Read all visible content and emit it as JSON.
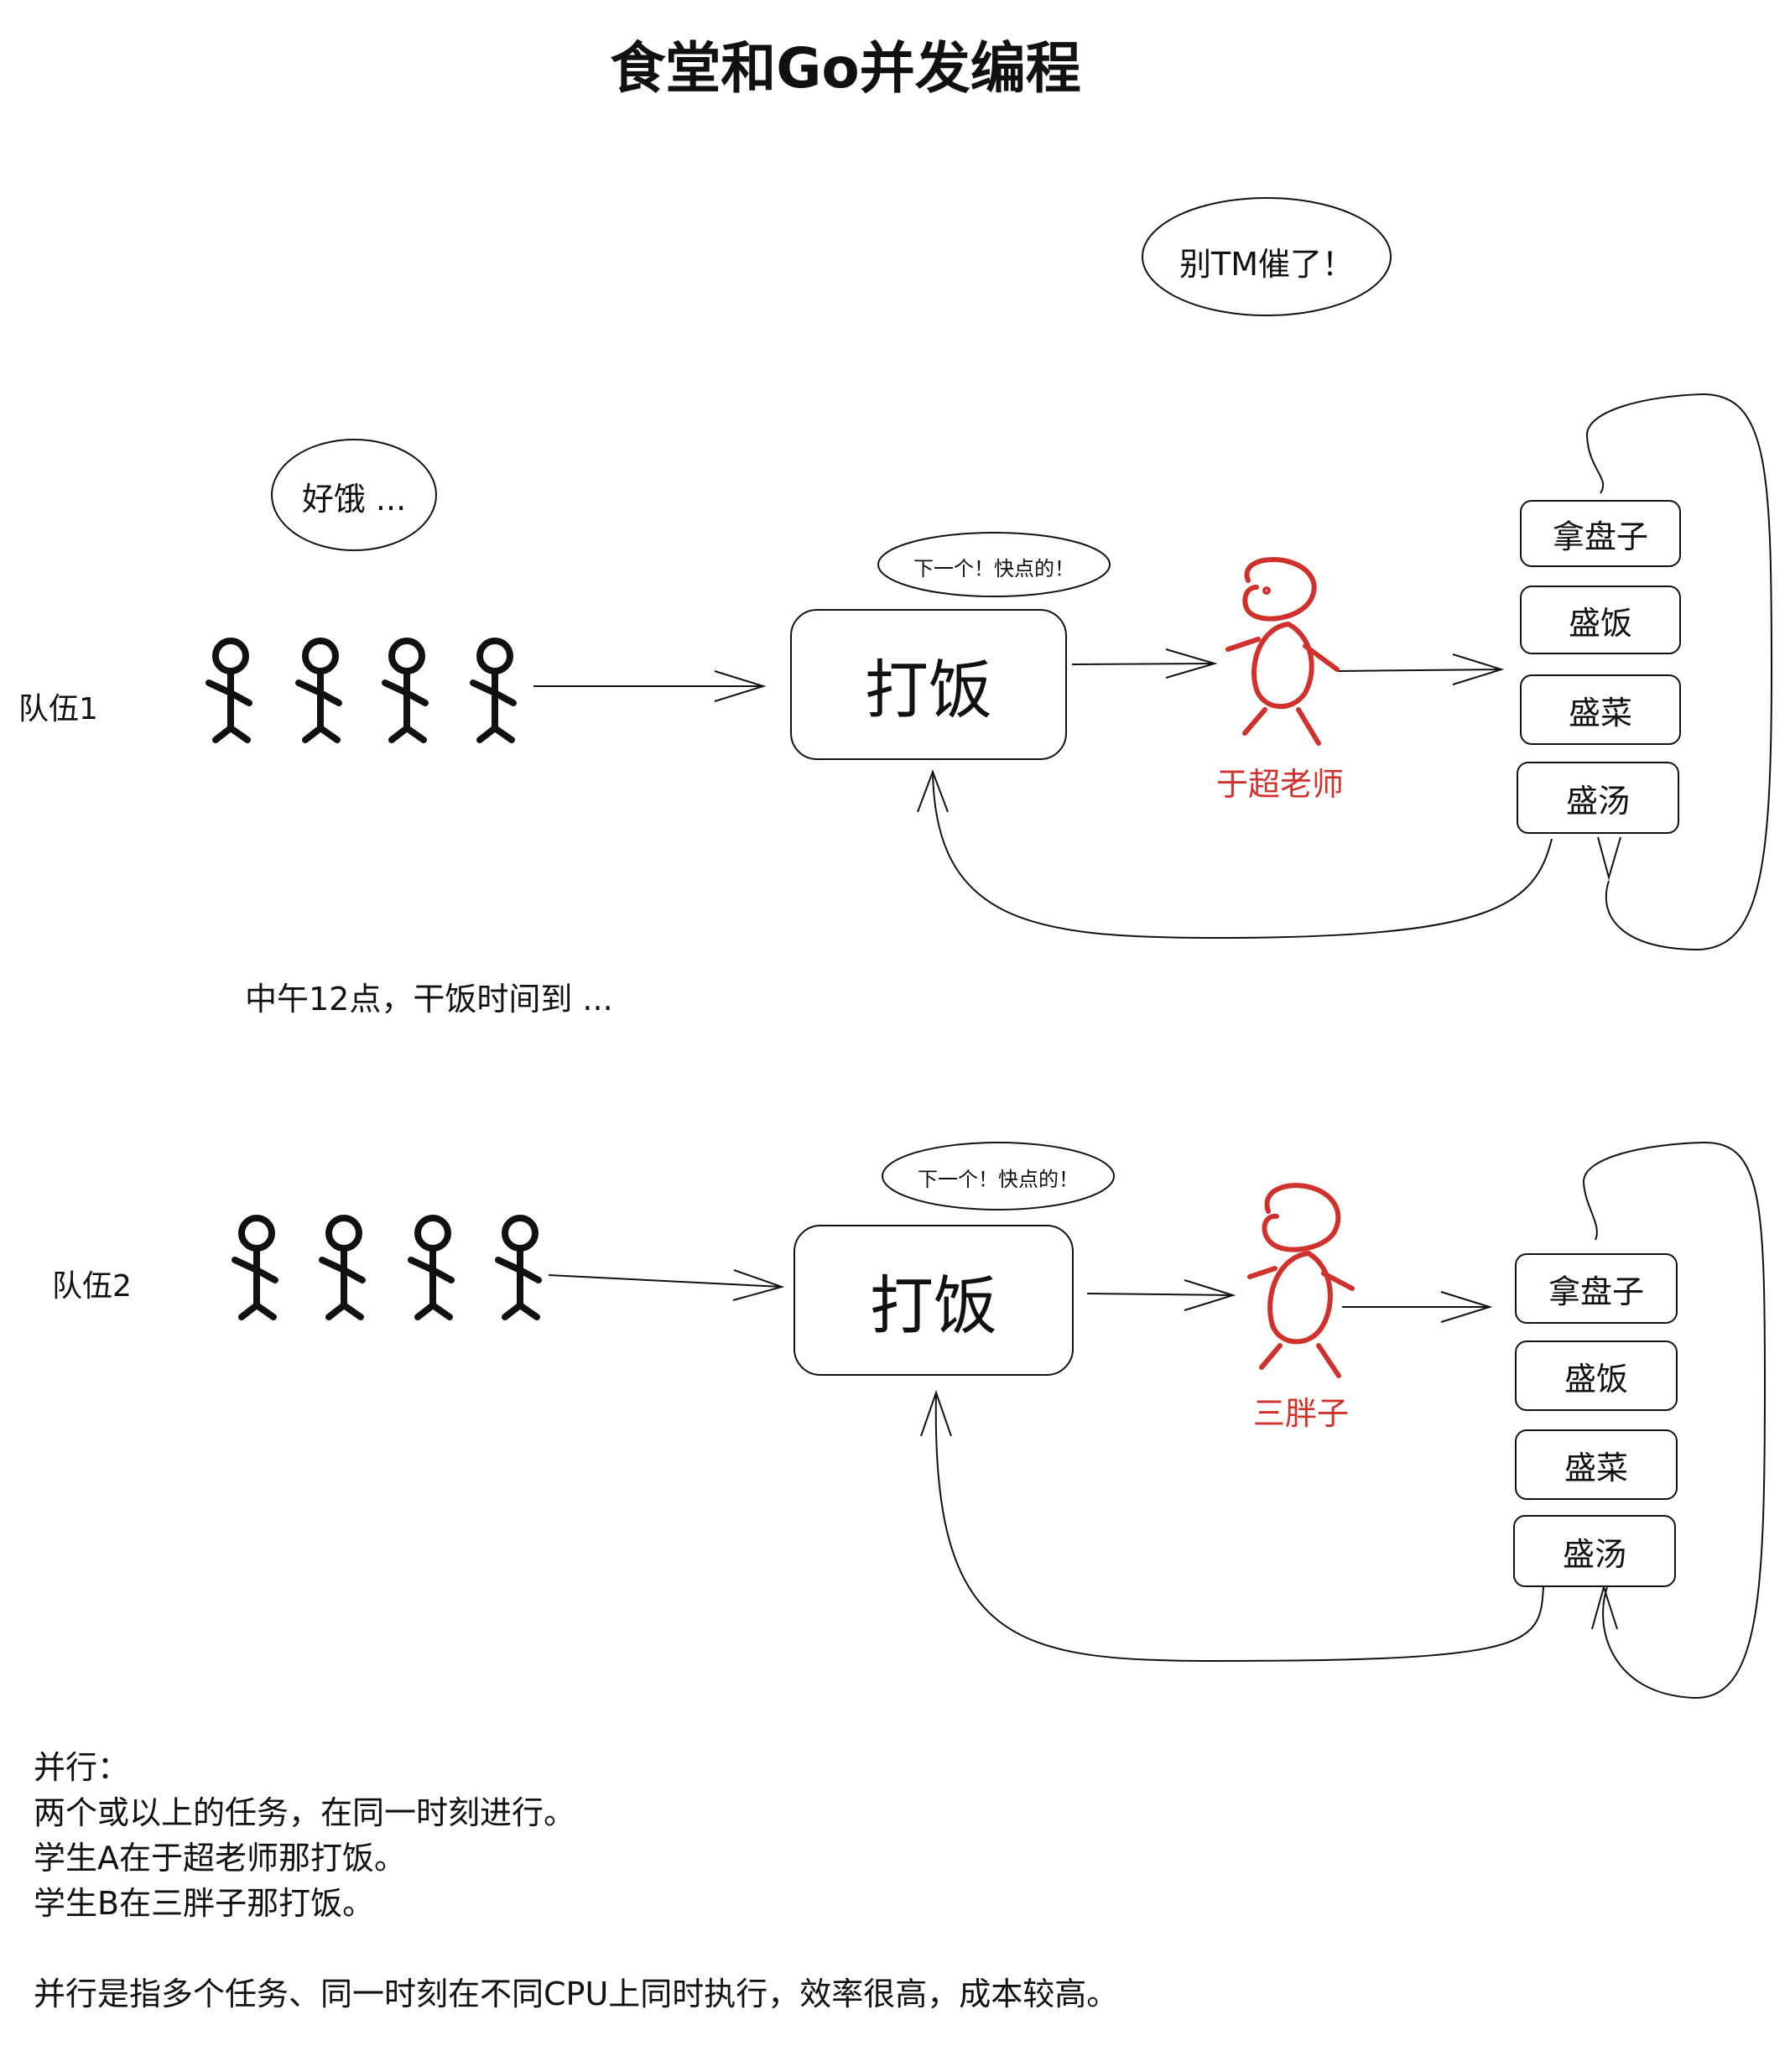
{
  "title": "食堂和Go并发编程",
  "bubbles": {
    "hungry": "好饿 ...",
    "hurry_top": "下一个！快点的！",
    "dont_rush": "别TM催了！",
    "hurry_bottom": "下一个！快点的！"
  },
  "queue1": {
    "label": "队伍1",
    "box": "打饭",
    "worker": "于超老师",
    "steps": [
      "拿盘子",
      "盛饭",
      "盛菜",
      "盛汤"
    ]
  },
  "caption_mid": "中午12点，干饭时间到 ...",
  "queue2": {
    "label": "队伍2",
    "box": "打饭",
    "worker": "三胖子",
    "steps": [
      "拿盘子",
      "盛饭",
      "盛菜",
      "盛汤"
    ]
  },
  "notes": {
    "heading": "并行：",
    "line1": "两个或以上的任务，在同一时刻进行。",
    "line2": "学生A在于超老师那打饭。",
    "line3": "学生B在三胖子那打饭。",
    "summary": "并行是指多个任务、同一时刻在不同CPU上同时执行，效率很高，成本较高。"
  },
  "colors": {
    "worker": "#d0312d",
    "ink": "#111111"
  }
}
